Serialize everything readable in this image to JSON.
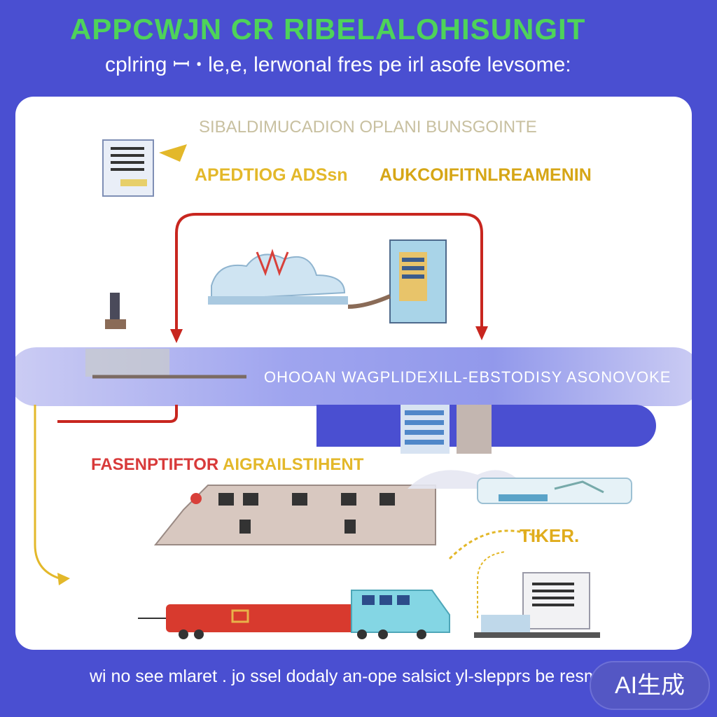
{
  "header": {
    "title": "APPCWJN CR RIBELALOHISUNGIT",
    "subtitle": "cplring ꟷ ꞏ le,e, lerwonal fres pe irl asofe levsome:"
  },
  "diagram": {
    "top_label": "SIBALDIMUCADION OPLANI BUNSGOINTE",
    "left_label": "APEDTIOG ADSsn",
    "right_label": "AUKCOIFITNLREAMENIN",
    "band_label": "OHOOAN WAGPLIDEXILL-EBSTODISY ASONOVOKE",
    "mid_label_red": "FASENPTIFTOR",
    "mid_label_gold": "AIGRAILSTIHENT",
    "small_label": "TIKER."
  },
  "footer": {
    "text": "wi no see mlaret . jo ssel dodaly an-ope salsict yl-slepprs be resment"
  },
  "badge": {
    "text": "AI生成"
  },
  "colors": {
    "background": "#4a4fd1",
    "title": "#4ed35a",
    "arrow_red": "#c8261f",
    "arrow_gold": "#e3b82a"
  }
}
